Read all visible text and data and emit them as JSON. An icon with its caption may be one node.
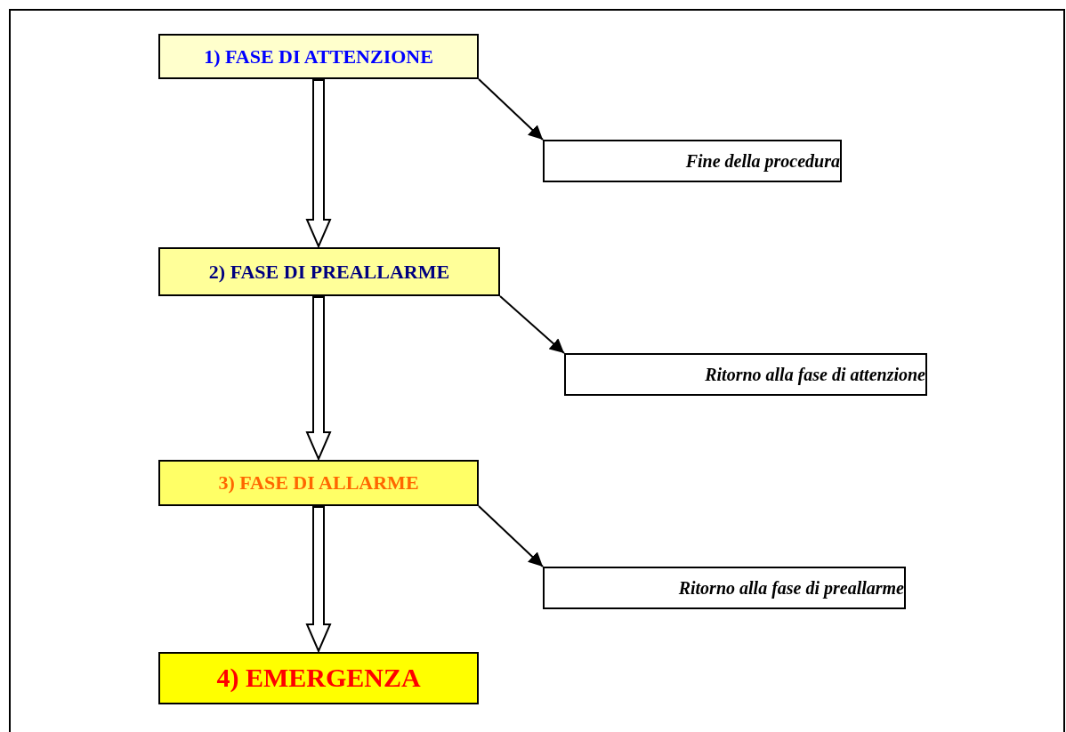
{
  "diagram": {
    "nodes": [
      {
        "text": [
          "1) FASE DI ATTENZIONE"
        ]
      },
      {
        "text": [
          "Fine della procedura"
        ]
      },
      {
        "text": [
          "2) FASE DI PREALLARME"
        ]
      },
      {
        "text": [
          "Ritorno alla fase di attenzione"
        ]
      },
      {
        "text": [
          "3) FASE DI ALLARME"
        ]
      },
      {
        "text": [
          "Ritorno alla fase di preallarme"
        ]
      },
      {
        "text": [
          "4) EMERGENZA"
        ]
      }
    ],
    "edges": [
      {
        "from": 0,
        "to": 1,
        "arrow": "to"
      },
      {
        "from": 0,
        "to": 2,
        "arrow": "to",
        "style": "thick"
      },
      {
        "from": 2,
        "to": 3,
        "arrow": "to"
      },
      {
        "from": 2,
        "to": 4,
        "arrow": "to",
        "style": "thick"
      },
      {
        "from": 4,
        "to": 5,
        "arrow": "to"
      },
      {
        "from": 4,
        "to": 6,
        "arrow": "to",
        "style": "thick"
      }
    ]
  }
}
